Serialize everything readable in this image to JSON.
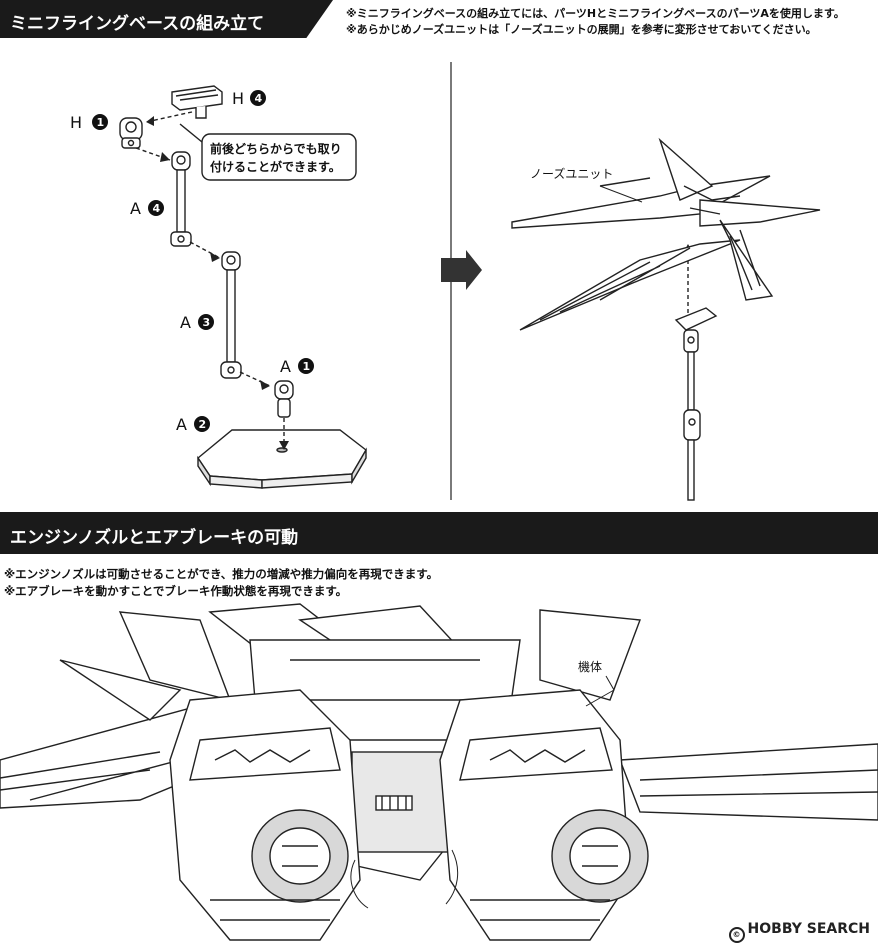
{
  "section1": {
    "title": "ミニフライングベースの組み立て",
    "notes": [
      "※ミニフライングベースの組み立てには、パーツHとミニフライングベースのパーツAを使用します。",
      "※あらかじめノーズユニットは「ノーズユニットの展開」を参考に変形させておいてください。"
    ],
    "parts": [
      {
        "letter": "H",
        "number": "4"
      },
      {
        "letter": "H",
        "number": "1"
      },
      {
        "letter": "A",
        "number": "4"
      },
      {
        "letter": "A",
        "number": "3"
      },
      {
        "letter": "A",
        "number": "1"
      },
      {
        "letter": "A",
        "number": "2"
      }
    ],
    "bubble": [
      "前後どちらからでも取り",
      "付けることができます。"
    ],
    "nose_label": "ノーズユニット"
  },
  "section2": {
    "title": "エンジンノズルとエアブレーキの可動",
    "notes": [
      "※エンジンノズルは可動させることができ、推力の増減や推力偏向を再現できます。",
      "※エアブレーキを動かすことでブレーキ作動状態を再現できます。"
    ],
    "body_label": "機体"
  },
  "watermark": {
    "text": "HOBBY SEARCH",
    "logo": "©"
  },
  "colors": {
    "band": "#1a1a1a",
    "line": "#222222",
    "shade": "#cfcfcf"
  }
}
